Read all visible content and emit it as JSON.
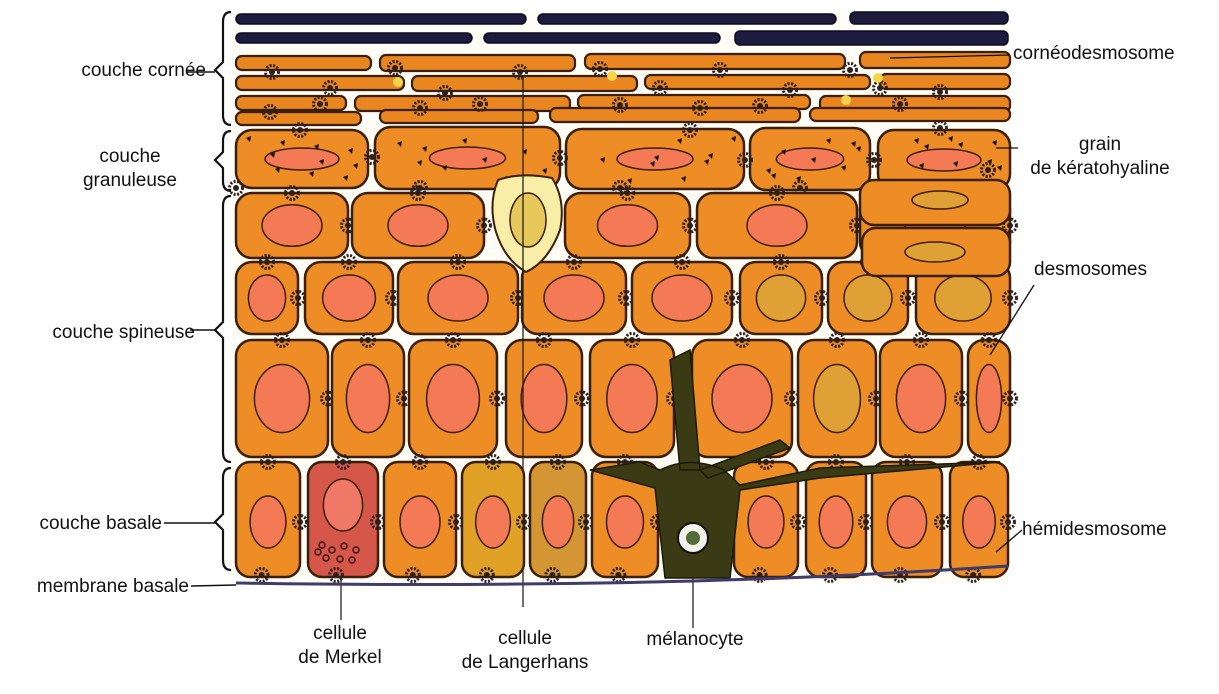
{
  "labels": {
    "couche_cornee": "couche cornée",
    "couche_granuleuse_1": "couche",
    "couche_granuleuse_2": "granuleuse",
    "couche_spineuse": "couche spineuse",
    "couche_basale": "couche basale",
    "membrane_basale": "membrane basale",
    "corneodesmosome": "cornéodesmosome",
    "grain_1": "grain",
    "grain_2": "de kératohyaline",
    "desmosomes": "desmosomes",
    "hemidesmosome": "hémidesmosome",
    "merkel_1": "cellule",
    "merkel_2": "de Merkel",
    "langerhans_1": "cellule",
    "langerhans_2": "de Langerhans",
    "melanocyte": "mélanocyte"
  },
  "colors": {
    "cell_fill": "#ee8c25",
    "cell_outline": "#3a1f0a",
    "nucleus": "#f47a55",
    "corneum_dark": "#1d1b3e",
    "merkel": "#d4574a",
    "langerhans": "#f8eea8",
    "melanocyte": "#3a3a14",
    "desmosome": "#2b1e1e"
  }
}
